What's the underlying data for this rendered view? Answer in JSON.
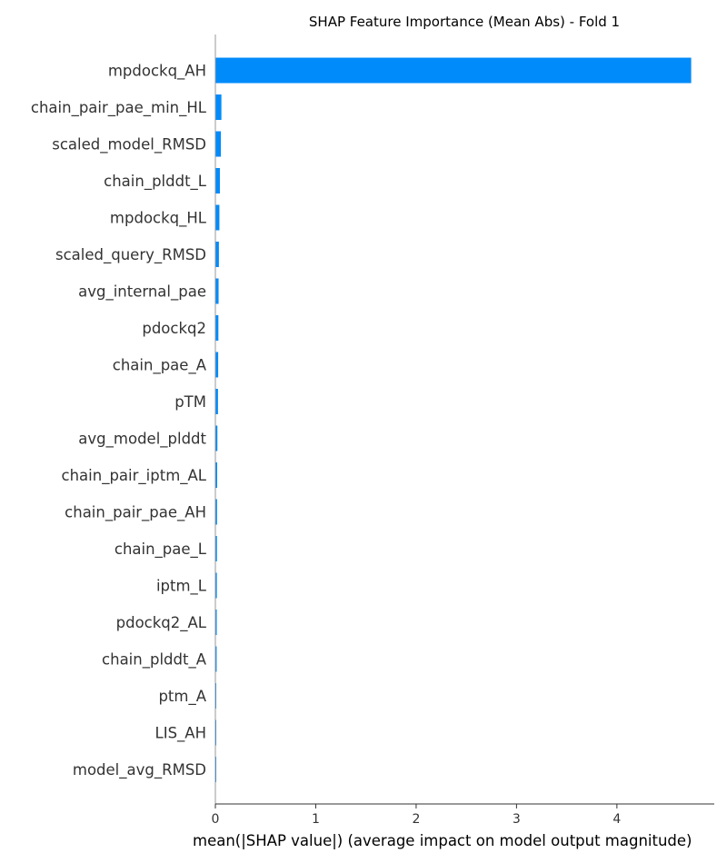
{
  "chart_data": {
    "type": "bar",
    "orientation": "horizontal",
    "title": "SHAP Feature Importance (Mean Abs) - Fold 1",
    "xlabel": "mean(|SHAP value|) (average impact on model output magnitude)",
    "ylabel": "",
    "xlim": [
      0,
      4.97
    ],
    "xticks": [
      0,
      1,
      2,
      3,
      4
    ],
    "grid": false,
    "bar_color": "#008bfb",
    "categories": [
      "mpdockq_AH",
      "chain_pair_pae_min_HL",
      "scaled_model_RMSD",
      "chain_plddt_L",
      "mpdockq_HL",
      "scaled_query_RMSD",
      "avg_internal_pae",
      "pdockq2",
      "chain_pae_A",
      "pTM",
      "avg_model_plddt",
      "chain_pair_iptm_AL",
      "chain_pair_pae_AH",
      "chain_pae_L",
      "iptm_L",
      "pdockq2_AL",
      "chain_plddt_A",
      "ptm_A",
      "LIS_AH",
      "model_avg_RMSD"
    ],
    "values": [
      4.74,
      0.06,
      0.055,
      0.045,
      0.04,
      0.035,
      0.032,
      0.03,
      0.028,
      0.026,
      0.02,
      0.018,
      0.017,
      0.016,
      0.015,
      0.014,
      0.013,
      0.009,
      0.008,
      0.006
    ]
  }
}
